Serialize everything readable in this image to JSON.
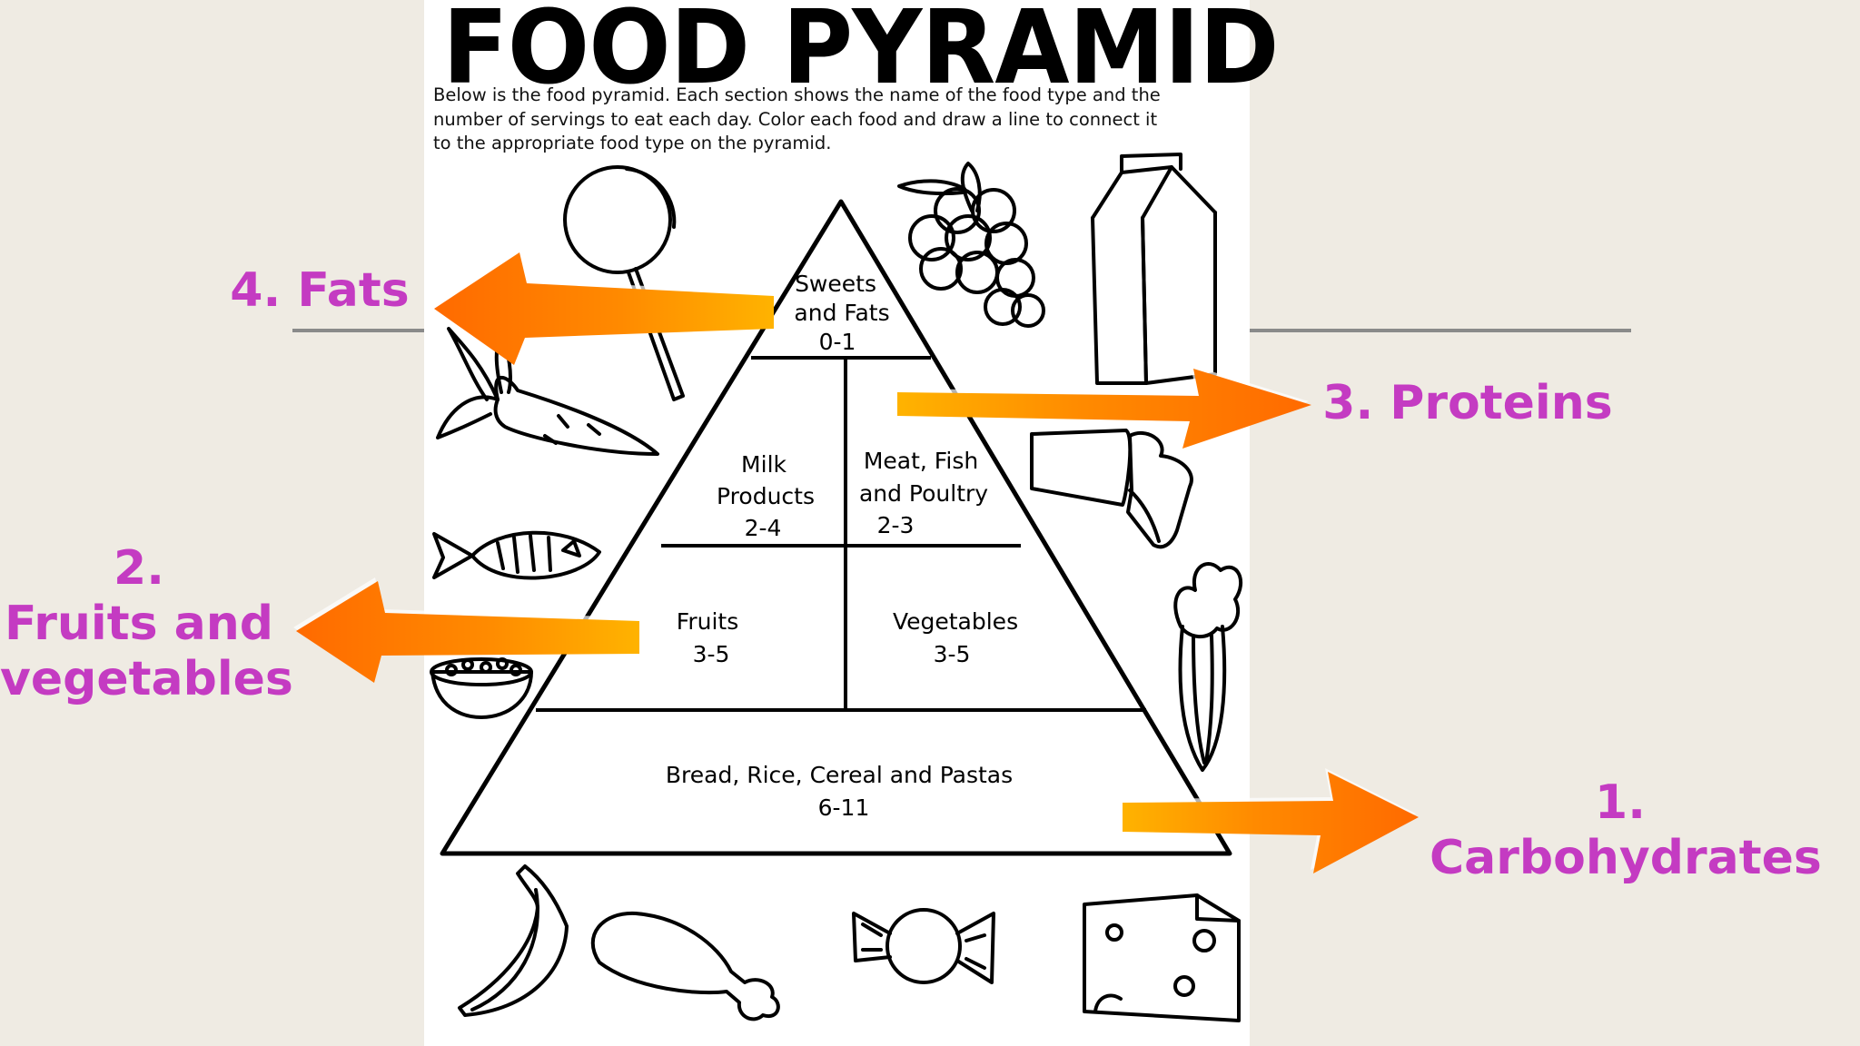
{
  "worksheet": {
    "title": "FOOD PYRAMID",
    "instructions": [
      "Below is the food pyramid. Each section shows the name of the food type and the",
      "number of servings to eat each day. Color each food and draw a line to connect it",
      "to the appropriate food type on the pyramid."
    ]
  },
  "pyramid": {
    "tiers": [
      {
        "id": "sweets",
        "lines": [
          "Sweets",
          "and Fats",
          "0-1"
        ]
      },
      {
        "id": "milk",
        "lines": [
          "Milk",
          "Products",
          "2-4"
        ]
      },
      {
        "id": "meat",
        "lines": [
          "Meat, Fish",
          "and Poultry",
          "2-3"
        ]
      },
      {
        "id": "fruits",
        "lines": [
          "Fruits",
          "3-5"
        ]
      },
      {
        "id": "vegetables",
        "lines": [
          "Vegetables",
          "3-5"
        ]
      },
      {
        "id": "bread",
        "lines": [
          "Bread, Rice, Cereal and Pastas",
          "6-11"
        ]
      }
    ]
  },
  "callouts": {
    "fats": [
      "4. Fats"
    ],
    "proteins": [
      "3. Proteins"
    ],
    "fruits_veg": [
      "2.",
      "Fruits and",
      "vegetables"
    ],
    "carbs": [
      "1.",
      "Carbohydrates"
    ]
  },
  "colors": {
    "callout_text": "#c43bc2",
    "arrow_dark": "#ff6a00",
    "arrow_light": "#ffb300",
    "slide_background": "#efebe3",
    "divider": "#8a8a8a"
  },
  "icons": [
    "lollipop",
    "grapes",
    "milk-carton",
    "carrot",
    "bread-slices",
    "fish",
    "celery",
    "cereal-bowl",
    "banana",
    "chicken-drumstick",
    "wrapped-candy",
    "cheese-wedge"
  ]
}
